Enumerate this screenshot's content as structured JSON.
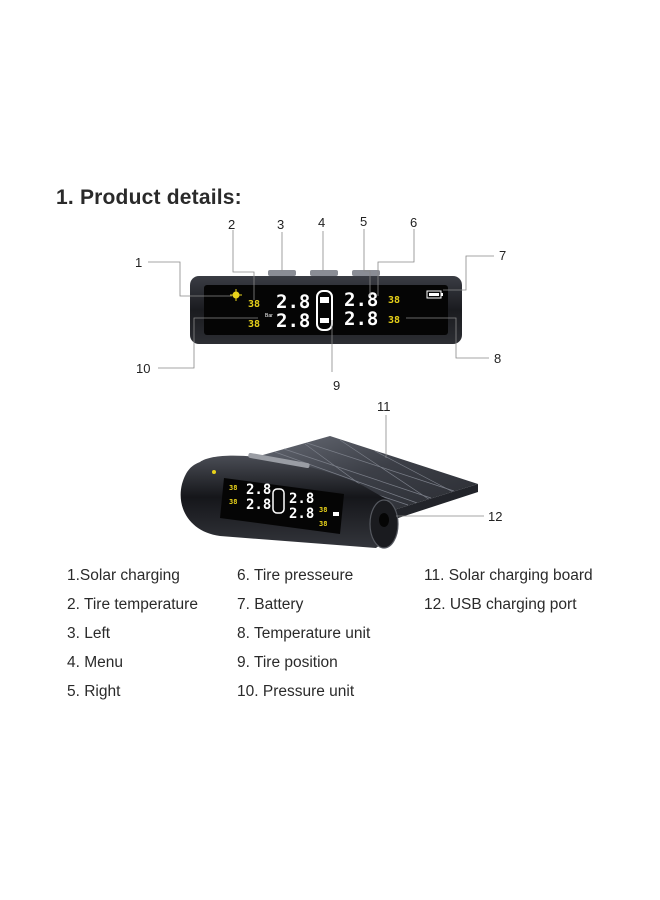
{
  "heading": "1. Product details:",
  "device": {
    "pressure_values": [
      "2.8",
      "2.8",
      "2.8",
      "2.8"
    ],
    "temperature_values": [
      "38",
      "38",
      "38",
      "38"
    ],
    "pressure_unit_label": "Bar"
  },
  "callouts": [
    "1",
    "2",
    "3",
    "4",
    "5",
    "6",
    "7",
    "8",
    "9",
    "10",
    "11",
    "12"
  ],
  "legend": [
    "1.Solar charging",
    "2. Tire temperature",
    "3. Left",
    "4. Menu",
    "5. Right",
    "6. Tire presseure",
    "7. Battery",
    "8. Temperature unit",
    "9. Tire position",
    "10. Pressure unit",
    "11. Solar charging board",
    "12. USB charging port"
  ],
  "colors": {
    "lcd_background": "#050505",
    "lcd_digits": "#ffffff",
    "lcd_temperature": "#e8d21a",
    "solar_panel": "#4a4d55"
  }
}
